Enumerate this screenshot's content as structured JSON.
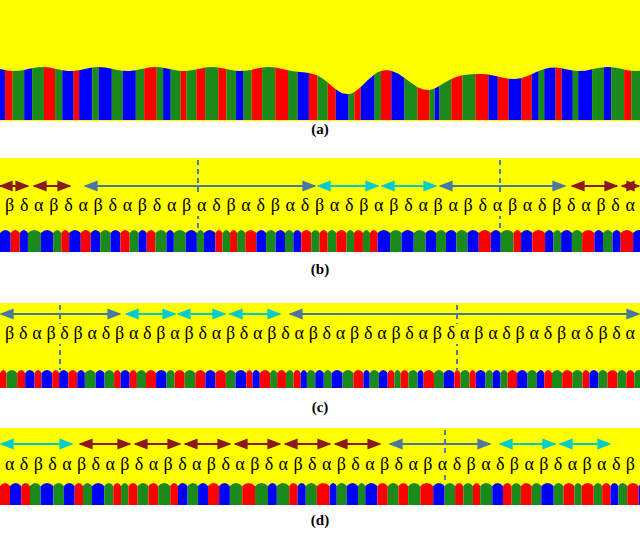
{
  "diagram": {
    "labels": [
      "(a)",
      "β δ α β δ α β δ α β δ α β α δ β α δ β α δ β α δ β α β δ α β α β δ α β α δ β δ α β δ α",
      "(b)",
      "β δ α β δ β α δ β α δ β α β δ α β δ α β δ α β δ α β δ α β δ α β δ α β α δ β α δ β α δ β δ α",
      "(c)",
      "α δ β δ α β δ α β δ α β δ α β δ α β δ α β δ α β δ α β δ α β α δ β α δ β α β δ α β α δ β",
      "(d)"
    ]
  }
}
